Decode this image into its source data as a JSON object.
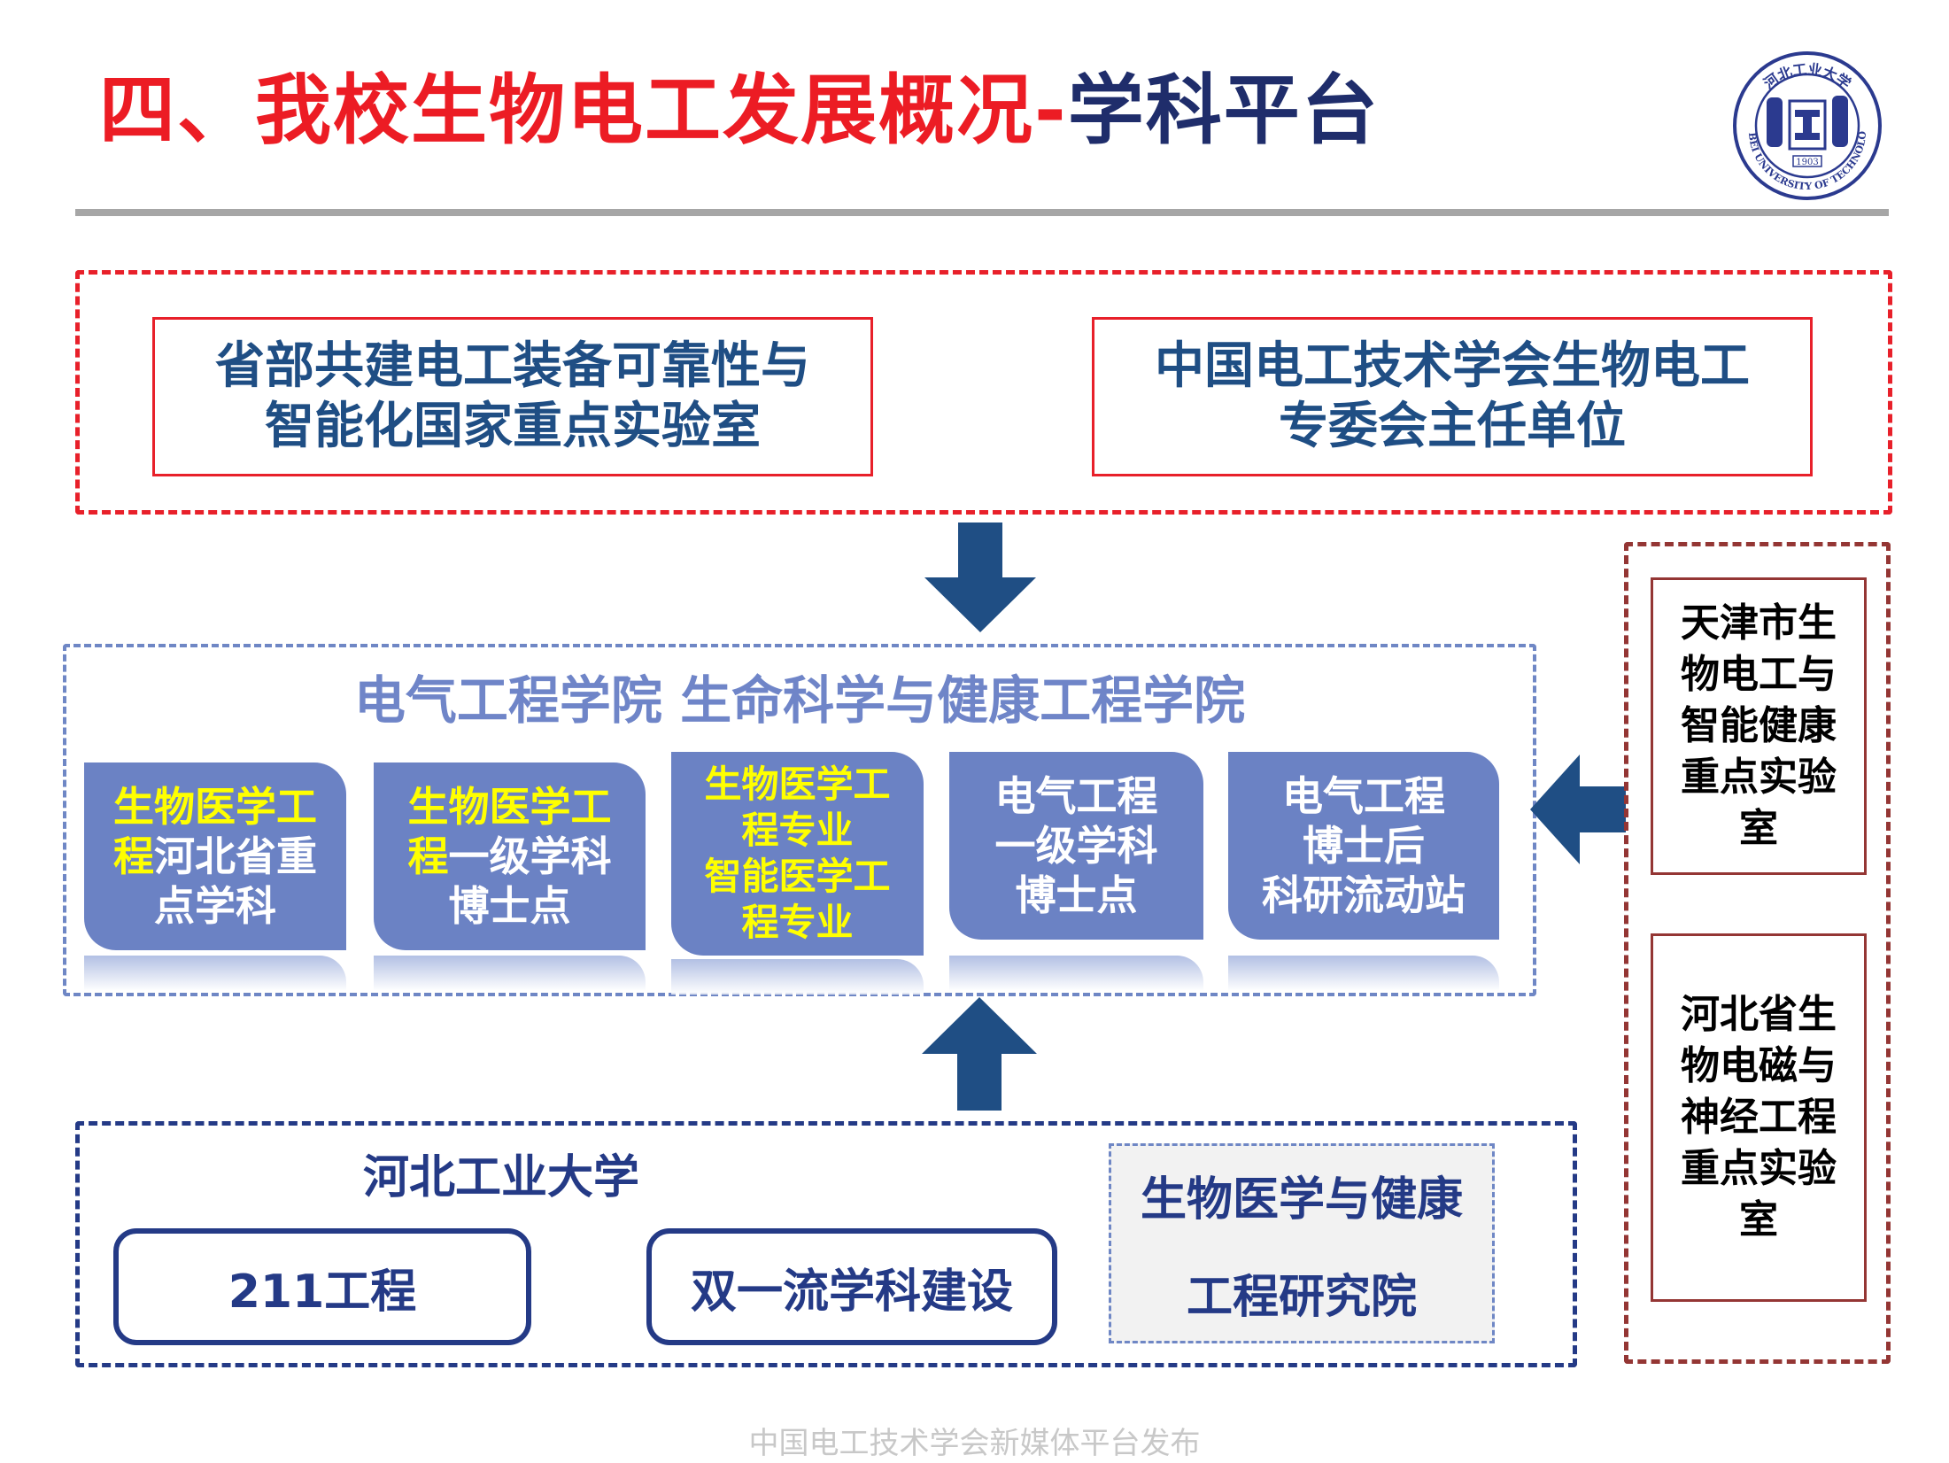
{
  "title": {
    "part_red": "四、我校生物电工发展概况-",
    "part_navy": "学科平台"
  },
  "logo": {
    "icon": "university-seal-icon",
    "chinese": "河北工业大学",
    "english": "HEBEI UNIVERSITY OF TECHNOLOGY",
    "year": "1903"
  },
  "top_box": {
    "cards": [
      {
        "line1": "省部共建电工装备可靠性与",
        "line2": "智能化国家重点实验室"
      },
      {
        "line1": "中国电工技术学会生物电工",
        "line2": "专委会主任单位"
      }
    ]
  },
  "middle_box": {
    "title": "电气工程学院 生命科学与健康工程学院",
    "cards": [
      {
        "yellow": "生物医学工程",
        "white": "河北省重点学科",
        "yellow_lines": [
          "生物医学工",
          "程"
        ],
        "white_lines": [
          "河北省重",
          "点学科"
        ]
      },
      {
        "yellow": "生物医学工程",
        "white": "一级学科博士点",
        "yellow_lines": [
          "生物医学工",
          "程"
        ],
        "white_lines": [
          "一级学科",
          "博士点"
        ]
      },
      {
        "yellow": "生物医学工程专业 智能医学工程专业",
        "lines": [
          "生物医学工",
          "程专业",
          "智能医学工",
          "程专业"
        ]
      },
      {
        "white": "电气工程一级学科博士点",
        "lines": [
          "电气工程",
          "一级学科",
          "博士点"
        ]
      },
      {
        "white": "电气工程博士后科研流动站",
        "lines": [
          "电气工程",
          "博士后",
          "科研流动站"
        ]
      }
    ]
  },
  "bottom_box": {
    "title": "河北工业大学",
    "pills": [
      "211工程",
      "双一流学科建设"
    ],
    "institute": {
      "line1": "生物医学与健康",
      "line2": "工程研究院"
    }
  },
  "right_box": {
    "cards": [
      {
        "lines": [
          "天津市生",
          "物电工与",
          "智能健康",
          "重点实验",
          "室"
        ]
      },
      {
        "lines": [
          "河北省生",
          "物电磁与",
          "神经工程",
          "重点实验",
          "室"
        ]
      }
    ]
  },
  "arrows": {
    "down": "arrow-down-icon",
    "up": "arrow-up-icon",
    "left": "arrow-left-icon",
    "color": "#1f4e84"
  },
  "colors": {
    "title_red": "#ec1c24",
    "title_navy": "#1f2d6b",
    "accent_red": "#e8202a",
    "card_blue": "#6b82c4",
    "navy": "#243a86",
    "brown": "#943634",
    "highlight_yellow": "#ffff00"
  },
  "footer": "中国电工技术学会新媒体平台发布"
}
